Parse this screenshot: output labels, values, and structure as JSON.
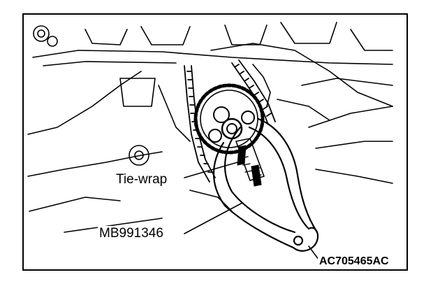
{
  "labels": {
    "tie_wrap": "Tie-wrap",
    "tool": "MB991346",
    "figure_code": "AC705465AC"
  }
}
